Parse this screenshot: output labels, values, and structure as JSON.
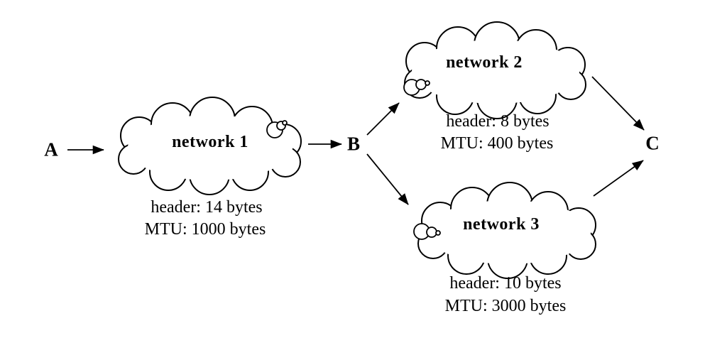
{
  "diagram": {
    "description": "internetworking fragmentation example with three networks between hosts A, B and C",
    "nodes": [
      {
        "id": "A",
        "label": "A"
      },
      {
        "id": "B",
        "label": "B"
      },
      {
        "id": "C",
        "label": "C"
      }
    ],
    "networks": [
      {
        "name": "network 1",
        "header": "header: 14 bytes",
        "mtu": "MTU: 1000 bytes"
      },
      {
        "name": "network 2",
        "header": "header: 8 bytes",
        "mtu": "MTU: 400 bytes"
      },
      {
        "name": "network 3",
        "header": "header: 10 bytes",
        "mtu": "MTU: 3000 bytes"
      }
    ],
    "edges": [
      {
        "from": "A",
        "to": "network 1"
      },
      {
        "from": "network 1",
        "to": "B"
      },
      {
        "from": "B",
        "to": "network 2"
      },
      {
        "from": "B",
        "to": "network 3"
      },
      {
        "from": "network 2",
        "to": "C"
      },
      {
        "from": "network 3",
        "to": "C"
      }
    ],
    "colors": {
      "ink": "#000000",
      "background": "#ffffff"
    }
  }
}
